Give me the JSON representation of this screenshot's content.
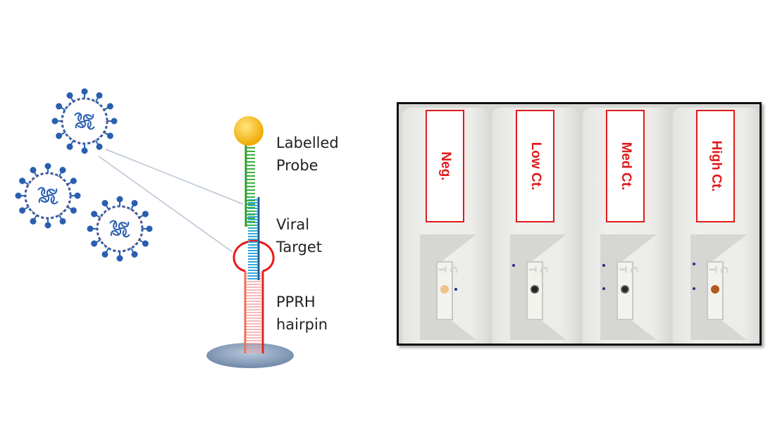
{
  "diagram": {
    "labels": {
      "probe": [
        "Labelled",
        "Probe"
      ],
      "target": [
        "Viral",
        "Target"
      ],
      "hairpin": [
        "PPRH",
        "hairpin"
      ]
    },
    "colors": {
      "probe": "#2e9e2e",
      "target": "#1f6fa8",
      "hairpin": "#e8413a",
      "bead": "#f5b800"
    }
  },
  "photo": {
    "strips": [
      {
        "label": "Neg.",
        "window_marks": "C T",
        "result": "faint"
      },
      {
        "label": "Low Ct.",
        "window_marks": "C T",
        "result": "strong"
      },
      {
        "label": "Med Ct.",
        "window_marks": "C T",
        "result": "strong"
      },
      {
        "label": "High Ct.",
        "window_marks": "C T",
        "result": "medium"
      }
    ]
  }
}
